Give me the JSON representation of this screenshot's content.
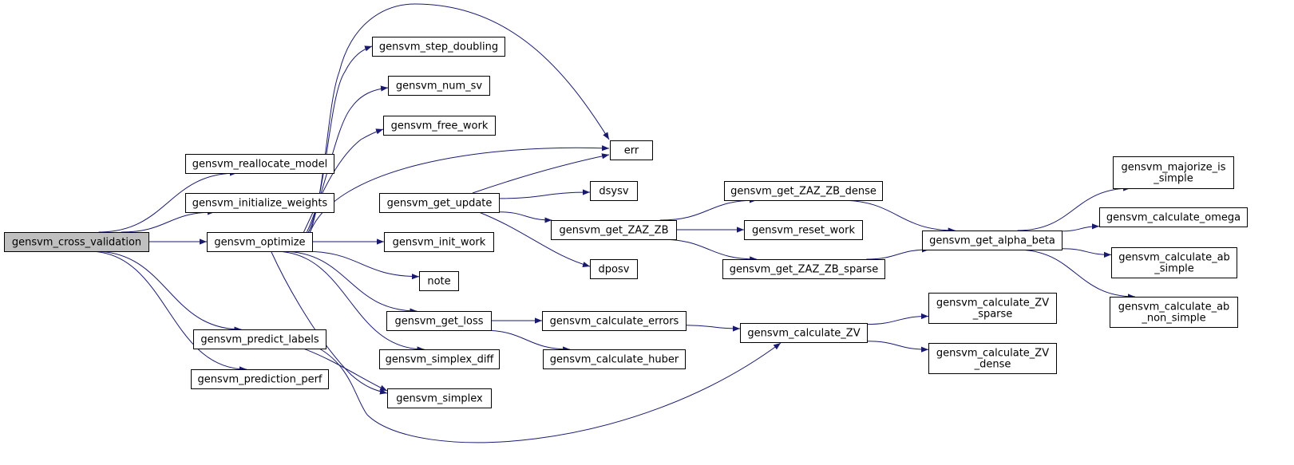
{
  "diagram": {
    "edge_color": "#191970",
    "root_fill": "#bfbfbf",
    "nodes": {
      "cross_validation": {
        "lines": [
          "gensvm_cross_validation"
        ],
        "root": true
      },
      "reallocate_model": {
        "lines": [
          "gensvm_reallocate_model"
        ]
      },
      "initialize_weights": {
        "lines": [
          "gensvm_initialize_weights"
        ]
      },
      "optimize": {
        "lines": [
          "gensvm_optimize"
        ]
      },
      "predict_labels": {
        "lines": [
          "gensvm_predict_labels"
        ]
      },
      "prediction_perf": {
        "lines": [
          "gensvm_prediction_perf"
        ]
      },
      "step_doubling": {
        "lines": [
          "gensvm_step_doubling"
        ]
      },
      "num_sv": {
        "lines": [
          "gensvm_num_sv"
        ]
      },
      "free_work": {
        "lines": [
          "gensvm_free_work"
        ]
      },
      "err": {
        "lines": [
          "err"
        ]
      },
      "get_update": {
        "lines": [
          "gensvm_get_update"
        ]
      },
      "init_work": {
        "lines": [
          "gensvm_init_work"
        ]
      },
      "note": {
        "lines": [
          "note"
        ]
      },
      "get_loss": {
        "lines": [
          "gensvm_get_loss"
        ]
      },
      "simplex_diff": {
        "lines": [
          "gensvm_simplex_diff"
        ]
      },
      "simplex": {
        "lines": [
          "gensvm_simplex"
        ]
      },
      "dsysv": {
        "lines": [
          "dsysv"
        ]
      },
      "get_ZAZ_ZB": {
        "lines": [
          "gensvm_get_ZAZ_ZB"
        ]
      },
      "dposv": {
        "lines": [
          "dposv"
        ]
      },
      "calculate_errors": {
        "lines": [
          "gensvm_calculate_errors"
        ]
      },
      "calculate_huber": {
        "lines": [
          "gensvm_calculate_huber"
        ]
      },
      "get_ZAZ_ZB_dense": {
        "lines": [
          "gensvm_get_ZAZ_ZB_dense"
        ]
      },
      "reset_work": {
        "lines": [
          "gensvm_reset_work"
        ]
      },
      "get_ZAZ_ZB_sparse": {
        "lines": [
          "gensvm_get_ZAZ_ZB_sparse"
        ]
      },
      "calculate_ZV": {
        "lines": [
          "gensvm_calculate_ZV"
        ]
      },
      "get_alpha_beta": {
        "lines": [
          "gensvm_get_alpha_beta"
        ]
      },
      "calculate_ZV_sparse": {
        "lines": [
          "gensvm_calculate_ZV",
          "_sparse"
        ]
      },
      "calculate_ZV_dense": {
        "lines": [
          "gensvm_calculate_ZV",
          "_dense"
        ]
      },
      "majorize_is_simple": {
        "lines": [
          "gensvm_majorize_is",
          "_simple"
        ]
      },
      "calculate_omega": {
        "lines": [
          "gensvm_calculate_omega"
        ]
      },
      "calculate_ab_simple": {
        "lines": [
          "gensvm_calculate_ab",
          "_simple"
        ]
      },
      "calculate_ab_non_simple": {
        "lines": [
          "gensvm_calculate_ab",
          "_non_simple"
        ]
      }
    },
    "edges": [
      [
        "cross_validation",
        "reallocate_model"
      ],
      [
        "cross_validation",
        "initialize_weights"
      ],
      [
        "cross_validation",
        "optimize"
      ],
      [
        "cross_validation",
        "predict_labels"
      ],
      [
        "cross_validation",
        "prediction_perf"
      ],
      [
        "optimize",
        "step_doubling"
      ],
      [
        "optimize",
        "num_sv"
      ],
      [
        "optimize",
        "free_work"
      ],
      [
        "optimize",
        "err"
      ],
      [
        "optimize",
        "get_update"
      ],
      [
        "optimize",
        "init_work"
      ],
      [
        "optimize",
        "note"
      ],
      [
        "optimize",
        "get_loss"
      ],
      [
        "optimize",
        "simplex_diff"
      ],
      [
        "optimize",
        "simplex"
      ],
      [
        "get_update",
        "err"
      ],
      [
        "get_update",
        "dsysv"
      ],
      [
        "get_update",
        "get_ZAZ_ZB"
      ],
      [
        "get_update",
        "dposv"
      ],
      [
        "get_ZAZ_ZB",
        "get_ZAZ_ZB_dense"
      ],
      [
        "get_ZAZ_ZB",
        "reset_work"
      ],
      [
        "get_ZAZ_ZB",
        "get_ZAZ_ZB_sparse"
      ],
      [
        "get_ZAZ_ZB_dense",
        "get_alpha_beta"
      ],
      [
        "get_ZAZ_ZB_sparse",
        "get_alpha_beta"
      ],
      [
        "get_alpha_beta",
        "majorize_is_simple"
      ],
      [
        "get_alpha_beta",
        "calculate_omega"
      ],
      [
        "get_alpha_beta",
        "calculate_ab_simple"
      ],
      [
        "get_alpha_beta",
        "calculate_ab_non_simple"
      ],
      [
        "get_loss",
        "calculate_errors"
      ],
      [
        "get_loss",
        "calculate_huber"
      ],
      [
        "calculate_errors",
        "calculate_ZV"
      ],
      [
        "calculate_ZV",
        "calculate_ZV_sparse"
      ],
      [
        "calculate_ZV",
        "calculate_ZV_dense"
      ],
      [
        "predict_labels",
        "simplex"
      ],
      [
        "predict_labels",
        "calculate_ZV"
      ]
    ]
  }
}
